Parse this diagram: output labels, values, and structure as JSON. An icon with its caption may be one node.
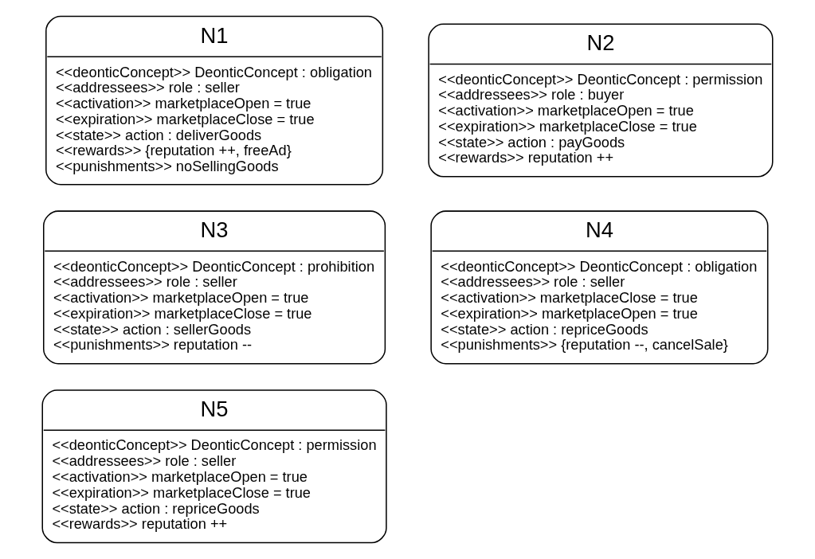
{
  "diagram": {
    "nodes": [
      {
        "text": [
          "N1",
          "<<deonticConcept>> DeonticConcept : obligation",
          "<<addressees>> role : seller",
          "<<activation>> marketplaceOpen = true",
          "<<expiration>> marketplaceClose = true",
          "<<state>> action : deliverGoods",
          "<<rewards>> {reputation ++, freeAd}",
          "<<punishments>> noSellingGoods"
        ]
      },
      {
        "text": [
          "N2",
          "<<deonticConcept>> DeonticConcept : permission",
          "<<addressees>> role : buyer",
          "<<activation>> marketplaceOpen = true",
          "<<expiration>> marketplaceClose = true",
          "<<state>> action : payGoods",
          "<<rewards>> reputation ++"
        ]
      },
      {
        "text": [
          "N3",
          "<<deonticConcept>> DeonticConcept : prohibition",
          "<<addressees>> role : seller",
          "<<activation>> marketplaceOpen = true",
          "<<expiration>> marketplaceClose = true",
          "<<state>> action : sellerGoods",
          "<<punishments>> reputation --"
        ]
      },
      {
        "text": [
          "N4",
          "<<deonticConcept>> DeonticConcept : obligation",
          "<<addressees>> role : seller",
          "<<activation>> marketplaceClose = true",
          "<<expiration>> marketplaceOpen = true",
          "<<state>> action : repriceGoods",
          "<<punishments>> {reputation --, cancelSale}"
        ]
      },
      {
        "text": [
          "N5",
          "<<deonticConcept>> DeonticConcept : permission",
          "<<addressees>> role : seller",
          "<<activation>> marketplaceOpen = true",
          "<<expiration>> marketplaceClose = true",
          "<<state>> action : repriceGoods",
          "<<rewards>> reputation ++"
        ]
      }
    ],
    "edges": []
  }
}
